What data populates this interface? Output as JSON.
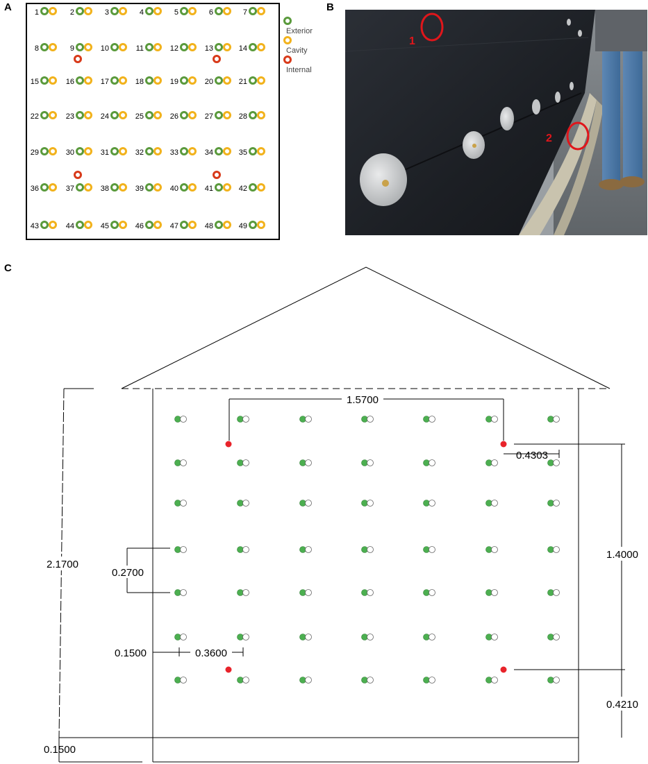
{
  "panels": {
    "a": "A",
    "b": "B",
    "c": "C"
  },
  "panel_a": {
    "sensor_labels": [
      "1",
      "2",
      "3",
      "4",
      "5",
      "6",
      "7",
      "8",
      "9",
      "10",
      "11",
      "12",
      "13",
      "14",
      "15",
      "16",
      "17",
      "18",
      "19",
      "20",
      "21",
      "22",
      "23",
      "24",
      "25",
      "26",
      "27",
      "28",
      "29",
      "30",
      "31",
      "32",
      "33",
      "34",
      "35",
      "36",
      "37",
      "38",
      "39",
      "40",
      "41",
      "42",
      "43",
      "44",
      "45",
      "46",
      "47",
      "48",
      "49"
    ],
    "internal_after": [
      "9",
      "13",
      "37",
      "41"
    ],
    "legend": [
      {
        "label": "Exterior",
        "color": "#5a9a3c"
      },
      {
        "label": "Cavity",
        "color": "#f2b21c"
      },
      {
        "label": "Internal",
        "color": "#d83a1a"
      }
    ]
  },
  "panel_b": {
    "callouts": [
      "1",
      "2"
    ],
    "callout_color": "#e0161b"
  },
  "panel_c": {
    "dims": {
      "top_span": "1.5700",
      "right_offset": "0.4303",
      "right_height": "1.4000",
      "right_bottom": "0.4210",
      "left_height": "2.1700",
      "left_row": "0.2700",
      "left_small": "0.1500",
      "left_col": "0.3600",
      "bottom_floor": "0.1500"
    },
    "colors": {
      "exterior": "#4caf50",
      "cavity": "#ffffff",
      "internal": "#e8232a"
    }
  }
}
